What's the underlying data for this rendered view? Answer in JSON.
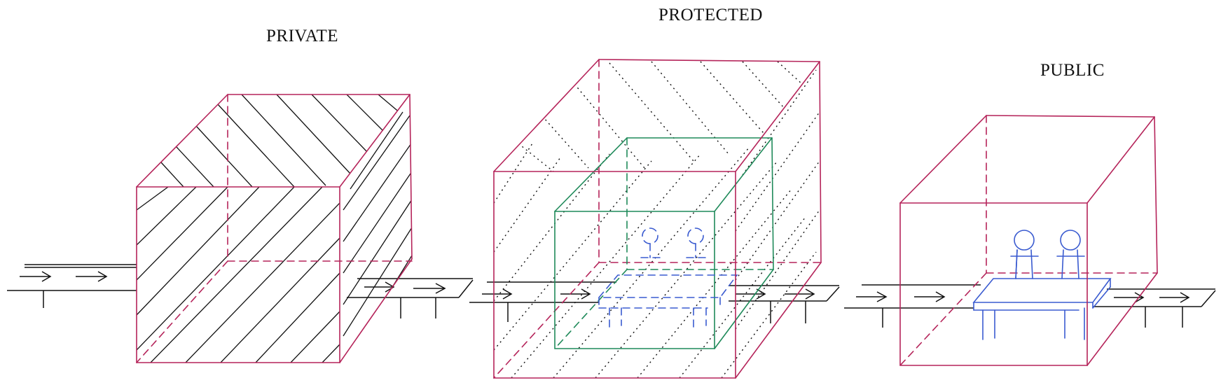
{
  "labels": {
    "private": "PRIVATE",
    "protected": "PROTECTED",
    "public": "PUBLIC"
  },
  "colors": {
    "box": "#b5245a",
    "inner_box": "#1f8a5a",
    "furniture": "#3a5bd0",
    "ink": "#111111"
  }
}
